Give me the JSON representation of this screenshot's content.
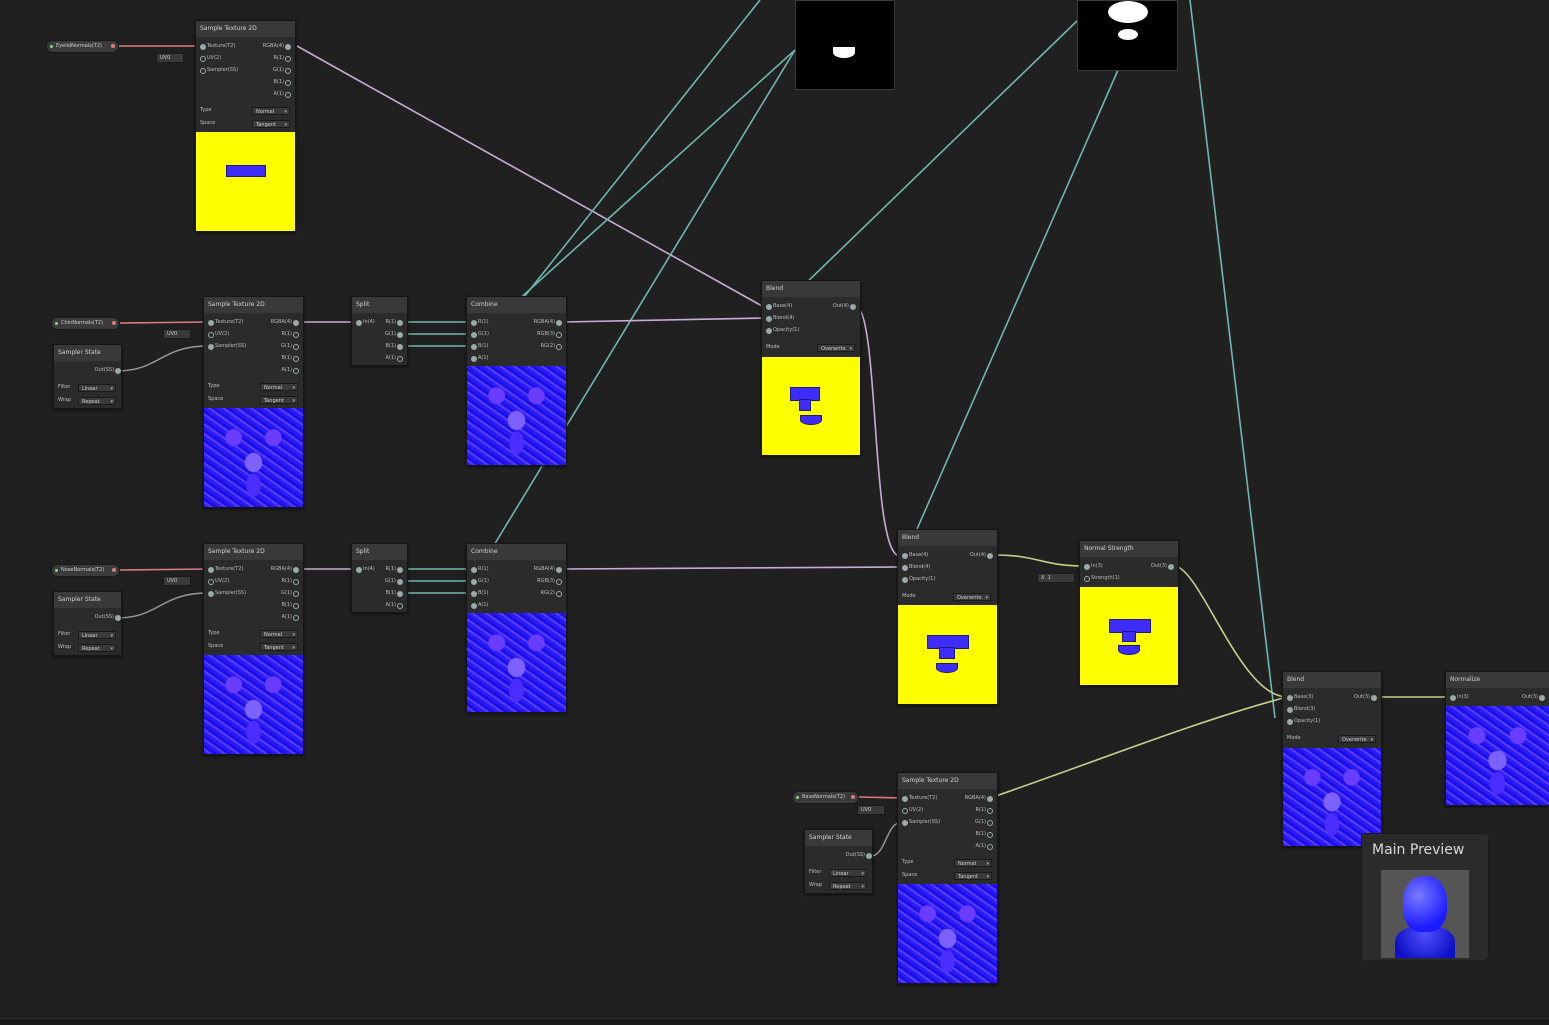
{
  "nodes": {
    "sample_eyelid": {
      "title": "Sample Texture 2D",
      "inputs": [
        "Texture(T2)",
        "UV(2)",
        "Sampler(SS)"
      ],
      "outputs": [
        "RGBA(4)",
        "R(1)",
        "G(1)",
        "B(1)",
        "A(1)"
      ],
      "type_label": "Type",
      "type_value": "Normal",
      "space_label": "Space",
      "space_value": "Tangent"
    },
    "sample_chin": {
      "title": "Sample Texture 2D",
      "inputs": [
        "Texture(T2)",
        "UV(2)",
        "Sampler(SS)"
      ],
      "outputs": [
        "RGBA(4)",
        "R(1)",
        "G(1)",
        "B(1)",
        "A(1)"
      ],
      "type_label": "Type",
      "type_value": "Normal",
      "space_label": "Space",
      "space_value": "Tangent"
    },
    "sample_nose": {
      "title": "Sample Texture 2D",
      "inputs": [
        "Texture(T2)",
        "UV(2)",
        "Sampler(SS)"
      ],
      "outputs": [
        "RGBA(4)",
        "R(1)",
        "G(1)",
        "B(1)",
        "A(1)"
      ],
      "type_label": "Type",
      "type_value": "Normal",
      "space_label": "Space",
      "space_value": "Tangent"
    },
    "sample_base": {
      "title": "Sample Texture 2D",
      "inputs": [
        "Texture(T2)",
        "UV(2)",
        "Sampler(SS)"
      ],
      "outputs": [
        "RGBA(4)",
        "R(1)",
        "G(1)",
        "B(1)",
        "A(1)"
      ],
      "type_label": "Type",
      "type_value": "Normal",
      "space_label": "Space",
      "space_value": "Tangent"
    },
    "split_1": {
      "title": "Split",
      "inputs": [
        "In(4)"
      ],
      "outputs": [
        "R(1)",
        "G(1)",
        "B(1)",
        "A(1)"
      ]
    },
    "split_2": {
      "title": "Split",
      "inputs": [
        "In(4)"
      ],
      "outputs": [
        "R(1)",
        "G(1)",
        "B(1)",
        "A(1)"
      ]
    },
    "combine_1": {
      "title": "Combine",
      "inputs": [
        "R(1)",
        "G(1)",
        "B(1)",
        "A(1)"
      ],
      "outputs": [
        "RGBA(4)",
        "RGB(3)",
        "RG(2)"
      ]
    },
    "combine_2": {
      "title": "Combine",
      "inputs": [
        "R(1)",
        "G(1)",
        "B(1)",
        "A(1)"
      ],
      "outputs": [
        "RGBA(4)",
        "RGB(3)",
        "RG(2)"
      ]
    },
    "blend_1": {
      "title": "Blend",
      "inputs": [
        "Base(4)",
        "Blend(4)",
        "Opacity(1)"
      ],
      "outputs": [
        "Out(4)"
      ],
      "mode_label": "Mode",
      "mode_value": "Overwrite"
    },
    "blend_2": {
      "title": "Blend",
      "inputs": [
        "Base(4)",
        "Blend(4)",
        "Opacity(1)"
      ],
      "outputs": [
        "Out(4)"
      ],
      "mode_label": "Mode",
      "mode_value": "Overwrite"
    },
    "blend_3": {
      "title": "Blend",
      "inputs": [
        "Base(3)",
        "Blend(3)",
        "Opacity(1)"
      ],
      "outputs": [
        "Out(3)"
      ],
      "mode_label": "Mode",
      "mode_value": "Overwrite"
    },
    "normal_strength": {
      "title": "Normal Strength",
      "inputs": [
        "In(3)",
        "Strength(1)"
      ],
      "outputs": [
        "Out(3)"
      ]
    },
    "normalize": {
      "title": "Normalize",
      "inputs": [
        "In(3)"
      ],
      "outputs": [
        "Out(3)"
      ]
    },
    "sampler_1": {
      "title": "Sampler State",
      "outputs": [
        "Out(SS)"
      ],
      "filter_label": "Filter",
      "filter_value": "Linear",
      "wrap_label": "Wrap",
      "wrap_value": "Repeat"
    },
    "sampler_2": {
      "title": "Sampler State",
      "outputs": [
        "Out(SS)"
      ],
      "filter_label": "Filter",
      "filter_value": "Linear",
      "wrap_label": "Wrap",
      "wrap_value": "Repeat"
    },
    "sampler_3": {
      "title": "Sampler State",
      "outputs": [
        "Out(SS)"
      ],
      "filter_label": "Filter",
      "filter_value": "Linear",
      "wrap_label": "Wrap",
      "wrap_value": "Repeat"
    }
  },
  "properties": {
    "eyelid": "EyelidNormals(T2)",
    "chin": "ChinNormals(T2)",
    "nose": "NoseNormals(T2)",
    "base": "BaseNormals(T2)"
  },
  "uv_chip": "UV0",
  "strength_chip": {
    "axis": "X",
    "value": "1"
  },
  "main_preview": {
    "title": "Main Preview"
  },
  "colors": {
    "wire_texture": "#d87c7c",
    "wire_vector4": "#c9a9d6",
    "wire_float": "#6fb6b0",
    "wire_vector3": "#c7cf8a",
    "wire_sampler": "#9a9a9a",
    "preview_yellow": "#ffff00"
  }
}
